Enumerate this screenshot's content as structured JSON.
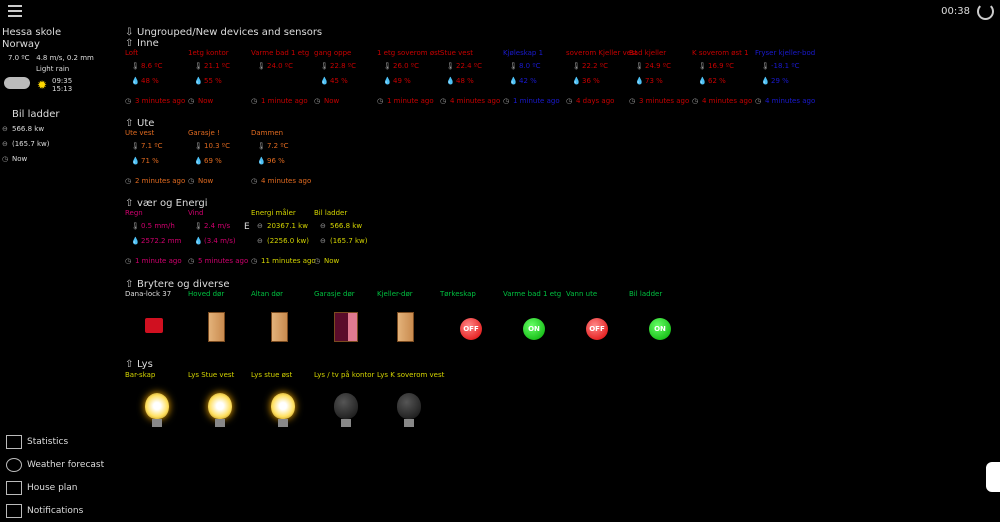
{
  "header": {
    "time": "00:38"
  },
  "weather": {
    "location": "Hessa skole",
    "country": "Norway",
    "temp": "7.0 ºC",
    "wind_rain": "4.8 m/s, 0.2 mm",
    "condition": "Light rain",
    "sunrise": "09:35",
    "sunset": "15:13"
  },
  "side_device": {
    "name": "Bil ladder",
    "power": "566.8 kw",
    "total": "(165.7 kw)",
    "time": "Now"
  },
  "sections": {
    "ungrouped": "Ungrouped/New devices and sensors",
    "inne": "Inne",
    "ute": "Ute",
    "vaer": "vær og Energi",
    "brytere": "Brytere og diverse",
    "lys": "Lys"
  },
  "inne": [
    {
      "name": "Loft",
      "temp": "8.6 ºC",
      "hum": "48 %",
      "time": "3 minutes ago",
      "color": "#c80000"
    },
    {
      "name": "1etg kontor",
      "temp": "21.1 ºC",
      "hum": "55 %",
      "time": "Now",
      "color": "#c80000"
    },
    {
      "name": "Varme bad 1 etg",
      "temp": "24.0 ºC",
      "hum": null,
      "time": "1 minute ago",
      "color": "#c80000"
    },
    {
      "name": "gang oppe",
      "temp": "22.8 ºC",
      "hum": "45 %",
      "time": "Now",
      "color": "#c80000"
    },
    {
      "name": "1 etg soverom øst",
      "temp": "26.0 ºC",
      "hum": "49 %",
      "time": "1 minute ago",
      "color": "#c80000"
    },
    {
      "name": "Stue vest",
      "temp": "22.4 ºC",
      "hum": "48 %",
      "time": "4 minutes ago",
      "color": "#c80000"
    },
    {
      "name": "Kjøleskap 1",
      "temp": "8.0 ºC",
      "hum": "42 %",
      "time": "1 minute ago",
      "color": "#1a1ad0"
    },
    {
      "name": "soverom Kjeller vest",
      "temp": "22.2 ºC",
      "hum": "36 %",
      "time": "4 days ago",
      "color": "#c80000"
    },
    {
      "name": "Bad kjeller",
      "temp": "24.9 ºC",
      "hum": "73 %",
      "time": "3 minutes ago",
      "color": "#c80000"
    },
    {
      "name": "K soverom øst 1",
      "temp": "16.9 ºC",
      "hum": "62 %",
      "time": "4 minutes ago",
      "color": "#c80000"
    },
    {
      "name": "Fryser kjeller-bod",
      "temp": "-18.1 ºC",
      "hum": "29 %",
      "time": "4 minutes ago",
      "color": "#1a1ad0"
    }
  ],
  "ute": [
    {
      "name": "Ute vest",
      "temp": "7.1 ºC",
      "hum": "71 %",
      "time": "2 minutes ago",
      "color": "#e06a20"
    },
    {
      "name": "Garasje !",
      "temp": "10.3 ºC",
      "hum": "69 %",
      "time": "Now",
      "color": "#e06a20"
    },
    {
      "name": "Dammen",
      "temp": "7.2 ºC",
      "hum": "96 %",
      "time": "4 minutes ago",
      "color": "#e06a20"
    }
  ],
  "vaer": [
    {
      "name": "Regn",
      "temp": "0.5 mm/h",
      "hum": "2572.2 mm",
      "time": "1 minute ago",
      "color": "#d0006e"
    },
    {
      "name": "Vind",
      "temp": "2.4 m/s",
      "hum": "(3.4 m/s)",
      "time": "5 minutes ago",
      "color": "#d0006e"
    },
    {
      "name": "Energi måler",
      "temp": "20367.1 kw",
      "hum": "(2256.0 kw)",
      "time": "11 minutes ago",
      "color": "#d4d400"
    },
    {
      "name": "Bil ladder",
      "temp": "566.8 kw",
      "hum": "(165.7 kw)",
      "time": "Now",
      "color": "#d4d400"
    }
  ],
  "energy_marker": "E",
  "brytere": [
    {
      "name": "Dana-lock 37",
      "type": "lock",
      "color": "#dddddd"
    },
    {
      "name": "Hoved dør",
      "type": "door",
      "color": "#00c040"
    },
    {
      "name": "Altan dør",
      "type": "door",
      "color": "#00c040"
    },
    {
      "name": "Garasje dør",
      "type": "door-open",
      "color": "#00c040"
    },
    {
      "name": "Kjeller-dør",
      "type": "door",
      "color": "#00c040"
    },
    {
      "name": "Tørkeskap",
      "type": "off",
      "label": "OFF",
      "color": "#00c040"
    },
    {
      "name": "Varme bad 1 etg",
      "type": "on",
      "label": "ON",
      "color": "#00c040"
    },
    {
      "name": "Vann ute",
      "type": "off",
      "label": "OFF",
      "color": "#00c040"
    },
    {
      "name": "Bil ladder",
      "type": "on",
      "label": "ON",
      "color": "#00c040"
    }
  ],
  "lys": [
    {
      "name": "Bar-skap",
      "on": true
    },
    {
      "name": "Lys Stue vest",
      "on": true
    },
    {
      "name": "Lys stue øst",
      "on": true
    },
    {
      "name": "Lys / tv på kontor",
      "on": false
    },
    {
      "name": "Lys K soverom vest",
      "on": false
    }
  ],
  "lys_color": "#d4d400",
  "nav": [
    {
      "label": "Statistics"
    },
    {
      "label": "Weather forecast"
    },
    {
      "label": "House plan"
    },
    {
      "label": "Notifications"
    }
  ]
}
